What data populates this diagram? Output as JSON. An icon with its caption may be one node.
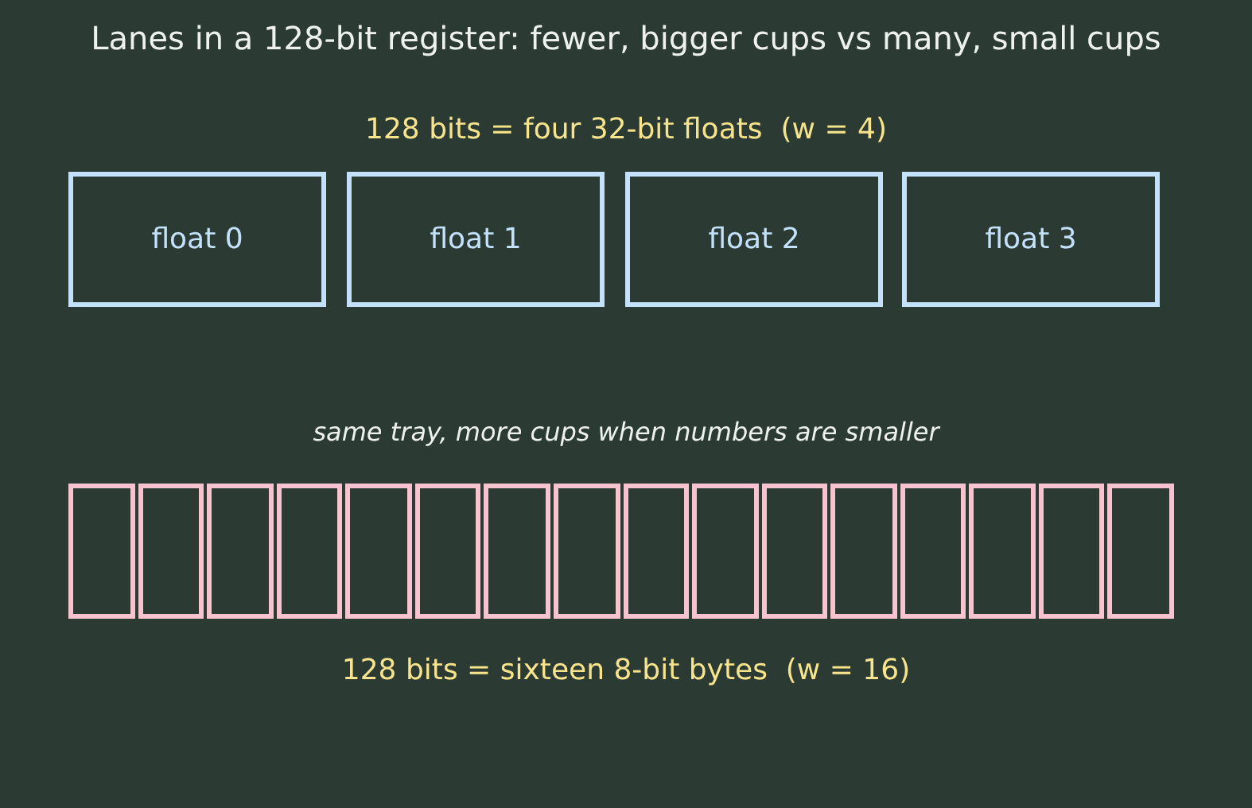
{
  "diagram": {
    "title": "Lanes in a 128-bit register: fewer, bigger cups vs many, small cups",
    "nodes": [
      {
        "text": [
          "float 0"
        ]
      },
      {
        "text": [
          "float 1"
        ]
      },
      {
        "text": [
          "float 2"
        ]
      },
      {
        "text": [
          "float 3"
        ]
      },
      {
        "text": [],
        "shape": "box"
      },
      {
        "text": [],
        "shape": "box"
      },
      {
        "text": [],
        "shape": "box"
      },
      {
        "text": [],
        "shape": "box"
      },
      {
        "text": [],
        "shape": "box"
      },
      {
        "text": [],
        "shape": "box"
      },
      {
        "text": [],
        "shape": "box"
      },
      {
        "text": [],
        "shape": "box"
      },
      {
        "text": [],
        "shape": "box"
      },
      {
        "text": [],
        "shape": "box"
      },
      {
        "text": [],
        "shape": "box"
      },
      {
        "text": [],
        "shape": "box"
      },
      {
        "text": [],
        "shape": "box"
      },
      {
        "text": [],
        "shape": "box"
      },
      {
        "text": [],
        "shape": "box"
      },
      {
        "text": [],
        "shape": "box"
      }
    ],
    "labels": [
      "128 bits = four 32-bit floats  (w = 4)",
      "same tray, more cups when numbers are smaller",
      "128 bits = sixteen 8-bit bytes  (w = 16)"
    ]
  }
}
